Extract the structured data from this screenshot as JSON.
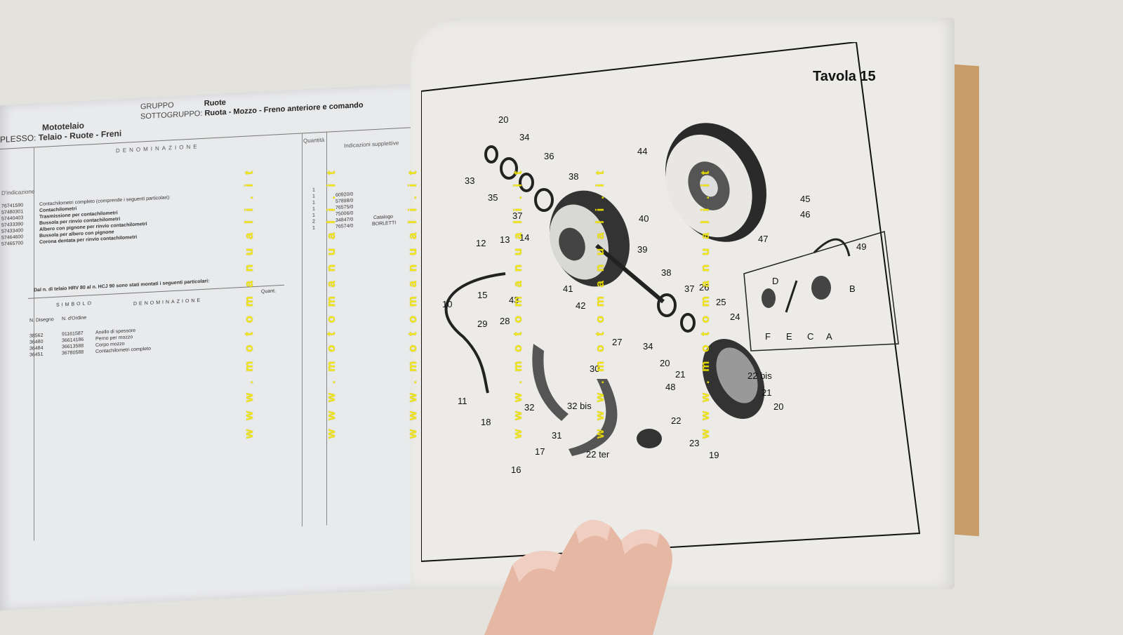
{
  "left_page": {
    "complesso_label": "PLESSO:",
    "complesso_top": "Mototelaio",
    "complesso_value": "Telaio - Ruote - Freni",
    "gruppo_label": "GRUPPO",
    "sottogruppo_label": "SOTTOGRUPPO:",
    "gruppo_value": "Ruote",
    "sottogruppo_value": "Ruota - Mozzo - Freno anteriore e comando",
    "col_denominazione": "DENOMINAZIONE",
    "col_quantita": "Quantità",
    "col_indicazioni": "Indicazioni supplettive",
    "col_indicazione": "D'indicazione",
    "rows": [
      {
        "code": "76741590",
        "desc": "Contachilometri completo (comprende i seguenti particolari):",
        "qty": "1",
        "ref": ""
      },
      {
        "code": "57480301",
        "desc": "Contachilometri",
        "qty": "1",
        "ref": "60920/0"
      },
      {
        "code": "57440403",
        "desc": "Trasmissione per contachilometri",
        "qty": "1",
        "ref": "57898/0"
      },
      {
        "code": "57433390",
        "desc": "Bussola per rinvio contachilometri",
        "qty": "1",
        "ref": "76575/0"
      },
      {
        "code": "57433400",
        "desc": "Albero con pignone per rinvio contachilometri",
        "qty": "1",
        "ref": "75006/0"
      },
      {
        "code": "57464600",
        "desc": "Bussola per albero con pignone",
        "qty": "2",
        "ref": "34847/0"
      },
      {
        "code": "57465700",
        "desc": "Corona dentata per rinvio contachilometri",
        "qty": "1",
        "ref": "76574/0"
      }
    ],
    "catalog_note": "Catalogo",
    "catalog_brand": "BORLETTI",
    "sub_note": "Dal n. di telaio HRV 80 al n. HCJ 90 sono stati montati i seguenti particolari:",
    "sub_col_simbolo": "SIMBOLO",
    "sub_col_disegno": "N. Disegno",
    "sub_col_ordine": "N. d'Ordine",
    "sub_col_denominazione": "DENOMINAZIONE",
    "sub_col_quant": "Quant.",
    "sub_rows": [
      {
        "dis": "38562",
        "ord": "91161587",
        "desc": "Anello di spessore"
      },
      {
        "dis": "36480",
        "ord": "36614186",
        "desc": "Perno per mozzo"
      },
      {
        "dis": "36484",
        "ord": "36613588",
        "desc": "Corpo mozzo"
      },
      {
        "dis": "36451",
        "ord": "36780588",
        "desc": "Contachilometri completo"
      }
    ]
  },
  "right_page": {
    "plate_title": "Tavola 15",
    "labels": [
      "20",
      "34",
      "36",
      "38",
      "33",
      "35",
      "37",
      "44",
      "40",
      "39",
      "45",
      "46",
      "47",
      "49",
      "12",
      "13",
      "14",
      "41",
      "42",
      "43",
      "15",
      "10",
      "38",
      "37",
      "26",
      "25",
      "24",
      "29",
      "28",
      "27",
      "34",
      "20",
      "21",
      "30",
      "32",
      "32 bis",
      "31",
      "18",
      "11",
      "17",
      "16",
      "22 ter",
      "22 bis",
      "21",
      "20",
      "48",
      "22",
      "23",
      "19",
      "D",
      "B",
      "F",
      "E",
      "C",
      "A"
    ]
  },
  "watermark": "w w w . m o t o m a n u a l i . i t",
  "colors": {
    "watermark": "#f2e600",
    "cover": "#c79c68",
    "page": "#ecebe8"
  }
}
